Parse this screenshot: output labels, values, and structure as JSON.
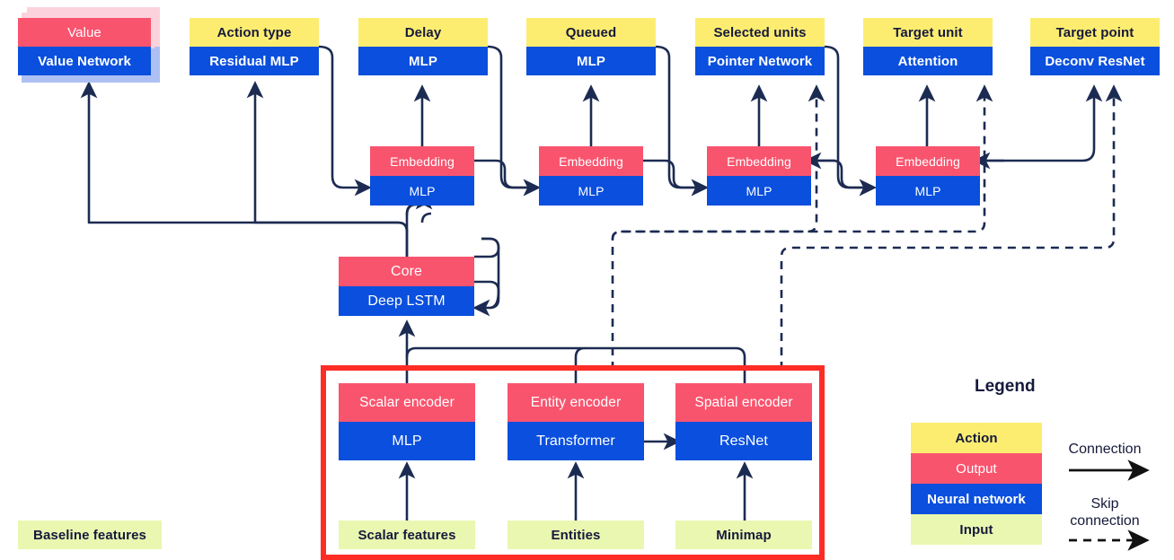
{
  "diagram": {
    "title_present": false,
    "highlight_color": "#fd2d26",
    "palette": {
      "action": "#fced71",
      "output": "#f9546e",
      "neural_network": "#0a4fdd",
      "input": "#e9f7b0",
      "wire": "#1c2b52",
      "ghost_pink": "#fcd3dd",
      "ghost_blue": "#adc0f4"
    }
  },
  "heads": [
    {
      "action": "Value",
      "network": "Value Network",
      "has_stack": true
    },
    {
      "action": "Action type",
      "network": "Residual MLP",
      "has_stack": false
    },
    {
      "action": "Delay",
      "network": "MLP",
      "has_stack": false
    },
    {
      "action": "Queued",
      "network": "MLP",
      "has_stack": false
    },
    {
      "action": "Selected units",
      "network": "Pointer Network",
      "has_stack": false
    },
    {
      "action": "Target unit",
      "network": "Attention",
      "has_stack": false
    },
    {
      "action": "Target point",
      "network": "Deconv ResNet",
      "has_stack": false
    }
  ],
  "embeddings": [
    {
      "output": "Embedding",
      "network": "MLP"
    },
    {
      "output": "Embedding",
      "network": "MLP"
    },
    {
      "output": "Embedding",
      "network": "MLP"
    },
    {
      "output": "Embedding",
      "network": "MLP"
    }
  ],
  "core": {
    "output": "Core",
    "network": "Deep LSTM"
  },
  "encoders": [
    {
      "output": "Scalar encoder",
      "network": "MLP"
    },
    {
      "output": "Entity encoder",
      "network": "Transformer"
    },
    {
      "output": "Spatial encoder",
      "network": "ResNet"
    }
  ],
  "inputs": [
    {
      "label": "Baseline features"
    },
    {
      "label": "Scalar features"
    },
    {
      "label": "Entities"
    },
    {
      "label": "Minimap"
    }
  ],
  "legend": {
    "title": "Legend",
    "swatches": [
      {
        "label": "Action",
        "kind": "action"
      },
      {
        "label": "Output",
        "kind": "output"
      },
      {
        "label": "Neural network",
        "kind": "nn"
      },
      {
        "label": "Input",
        "kind": "input"
      }
    ],
    "connection_label": "Connection",
    "skip_label_line1": "Skip",
    "skip_label_line2": "connection"
  }
}
